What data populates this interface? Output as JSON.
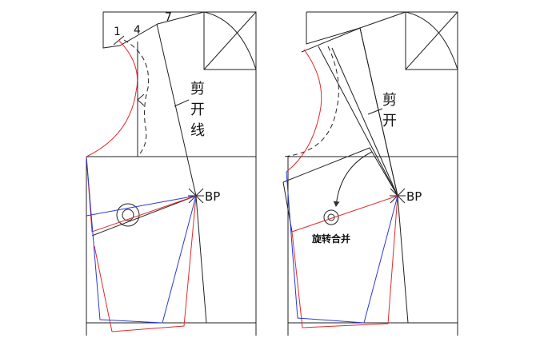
{
  "colors": {
    "ink": "#222222",
    "red": "#e02a2a",
    "blue": "#2a3ad6",
    "dash": "#333333"
  },
  "left_panel": {
    "seam_numbers": {
      "n1": "1",
      "n4": "4",
      "n7": "7"
    },
    "cut_line_label": {
      "c1": "剪",
      "c2": "开",
      "c3": "线"
    },
    "bp_label": "BP"
  },
  "right_panel": {
    "cut_label": {
      "c1": "剪",
      "c2": "开"
    },
    "bp_label": "BP",
    "rotate_label": "旋转合并"
  }
}
